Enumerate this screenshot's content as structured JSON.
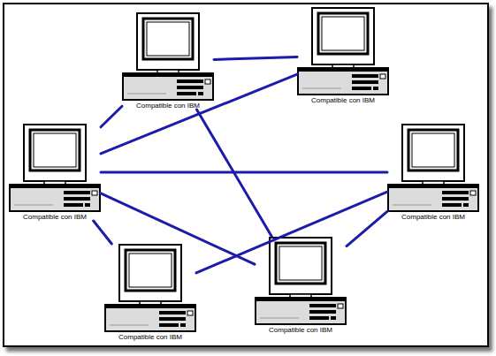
{
  "diagram": {
    "nodes": [
      {
        "text": [
          "Compatible con IBM"
        ]
      },
      {
        "text": [
          "Compatible con IBM"
        ]
      },
      {
        "text": [
          "Compatible con IBM"
        ]
      },
      {
        "text": [
          "Compatible con IBM"
        ]
      },
      {
        "text": [
          "Compatible con IBM"
        ]
      },
      {
        "text": [
          "Compatible con IBM"
        ]
      }
    ],
    "edges": [
      {
        "from": 0,
        "to": 1,
        "arrow": "none"
      },
      {
        "from": 0,
        "to": 2,
        "arrow": "none"
      },
      {
        "from": 0,
        "to": 5,
        "arrow": "none"
      },
      {
        "from": 2,
        "to": 1,
        "arrow": "none"
      },
      {
        "from": 2,
        "to": 3,
        "arrow": "none"
      },
      {
        "from": 2,
        "to": 5,
        "arrow": "none"
      },
      {
        "from": 2,
        "to": 4,
        "arrow": "none"
      },
      {
        "from": 4,
        "to": 3,
        "arrow": "none"
      },
      {
        "from": 3,
        "to": 5,
        "arrow": "none"
      }
    ]
  }
}
